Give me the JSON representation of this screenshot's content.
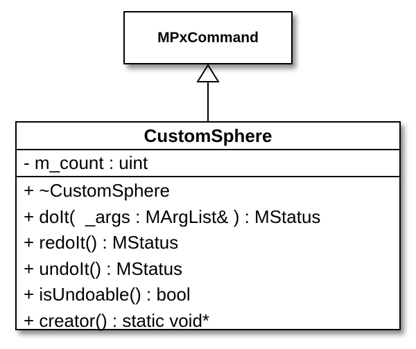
{
  "parent_class": {
    "name": "MPxCommand"
  },
  "child_class": {
    "name": "CustomSphere",
    "attributes": [
      "- m_count : uint"
    ],
    "operations": [
      "+ ~CustomSphere",
      "+ doIt(  _args : MArgList& ) : MStatus",
      "+ redoIt() : MStatus",
      "+ undoIt() : MStatus",
      "+ isUndoable() : bool",
      "+ creator() : static void*"
    ]
  }
}
